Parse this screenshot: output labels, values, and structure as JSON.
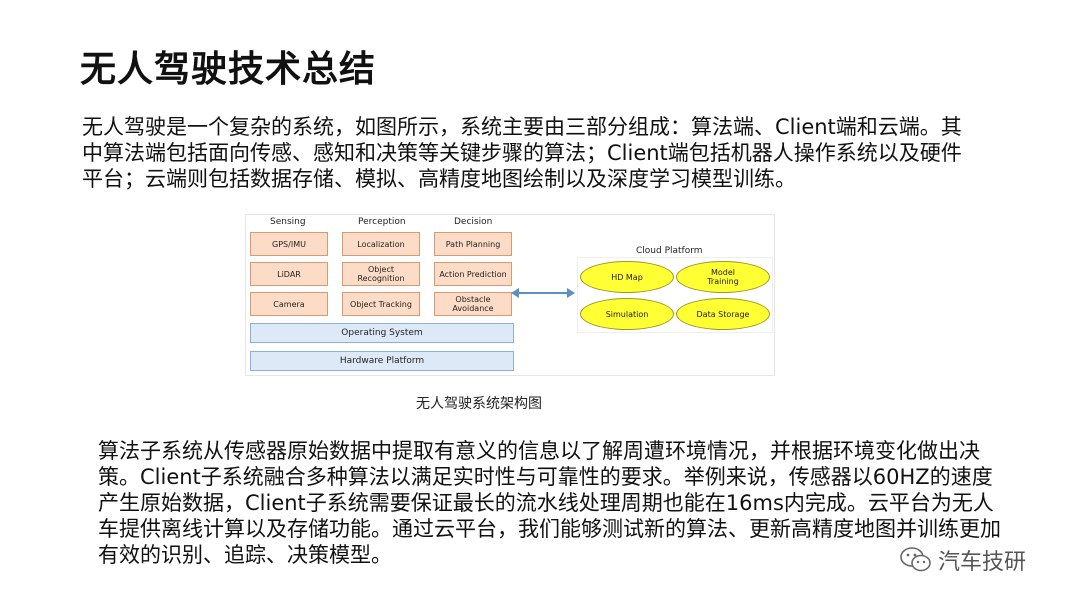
{
  "title": "无人驾驶技术总结",
  "intro": "无人驾驶是一个复杂的系统，如图所示，系统主要由三部分组成：算法端、Client端和云端。其中算法端包括面向传感、感知和决策等关键步骤的算法；Client端包括机器人操作系统以及硬件平台；云端则包括数据存储、模拟、高精度地图绘制以及深度学习模型训练。",
  "diagram": {
    "columns": [
      "Sensing",
      "Perception",
      "Decision"
    ],
    "sensing": [
      "GPS/IMU",
      "LiDAR",
      "Camera"
    ],
    "perception": [
      "Localization",
      "Object\nRecognition",
      "Object Tracking"
    ],
    "decision": [
      "Path Planning",
      "Action Prediction",
      "Obstacle\nAvoidance"
    ],
    "os": "Operating System",
    "hardware": "Hardware Platform",
    "cloud_title": "Cloud Platform",
    "cloud": [
      "HD Map",
      "Model\nTraining",
      "Simulation",
      "Data Storage"
    ],
    "colors": {
      "box_fill": "#fcdcc6",
      "bar_fill": "#dde9f7",
      "cloud_fill": "#ffff33",
      "arrow": "#5b8fc7"
    }
  },
  "caption": "无人驾驶系统架构图",
  "body": "算法子系统从传感器原始数据中提取有意义的信息以了解周遭环境情况，并根据环境变化做出决策。Client子系统融合多种算法以满足实时性与可靠性的要求。举例来说，传感器以60HZ的速度产生原始数据，Client子系统需要保证最长的流水线处理周期也能在16ms内完成。云平台为无人车提供离线计算以及存储功能。通过云平台，我们能够测试新的算法、更新高精度地图并训练更加有效的识别、追踪、决策模型。",
  "watermark": {
    "icon": "wechat-icon",
    "text": "汽车技研"
  }
}
